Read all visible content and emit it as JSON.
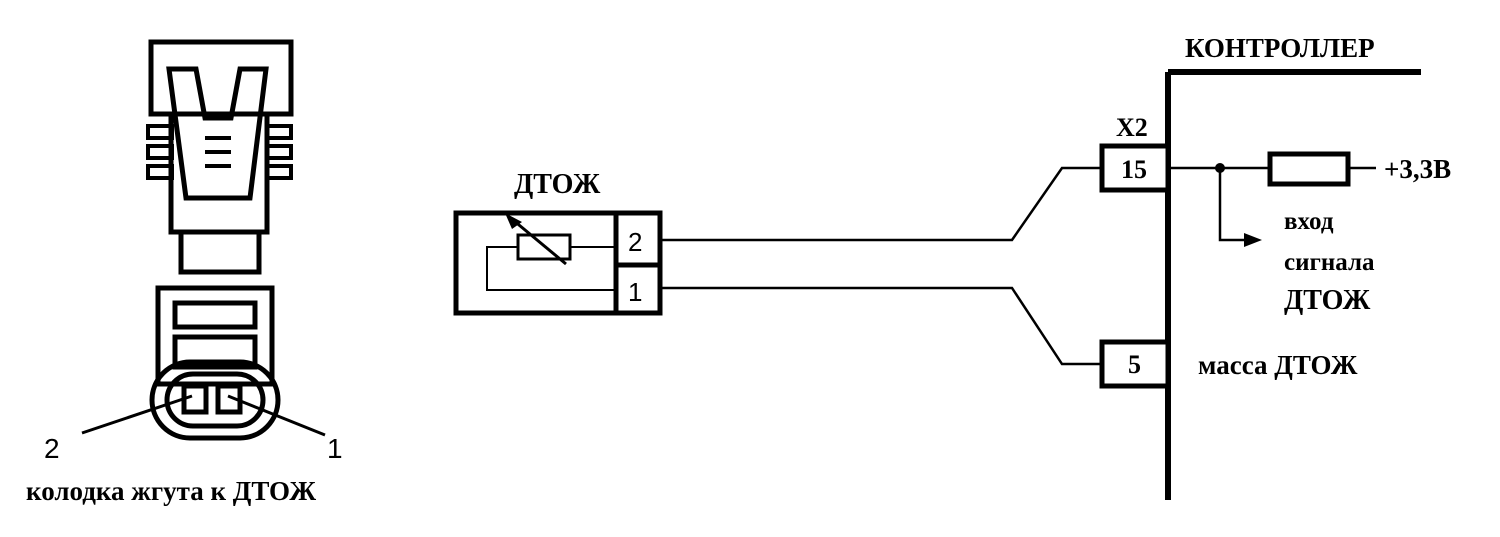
{
  "connector_view": {
    "pin_left_label": "2",
    "pin_right_label": "1",
    "caption": "колодка жгута к ДТОЖ"
  },
  "sensor": {
    "title": "ДТОЖ",
    "pin_top": "2",
    "pin_bottom": "1"
  },
  "controller": {
    "title": "КОНТРОЛЛЕР",
    "connector_label": "X2",
    "pin_signal": "15",
    "pin_ground": "5",
    "supply_label": "+3,3В",
    "signal_label_line1": "вход",
    "signal_label_line2": "сигнала",
    "signal_label_line3": "ДТОЖ",
    "ground_label": "масса ДТОЖ"
  },
  "colors": {
    "line": "#000000",
    "background": "#ffffff"
  }
}
